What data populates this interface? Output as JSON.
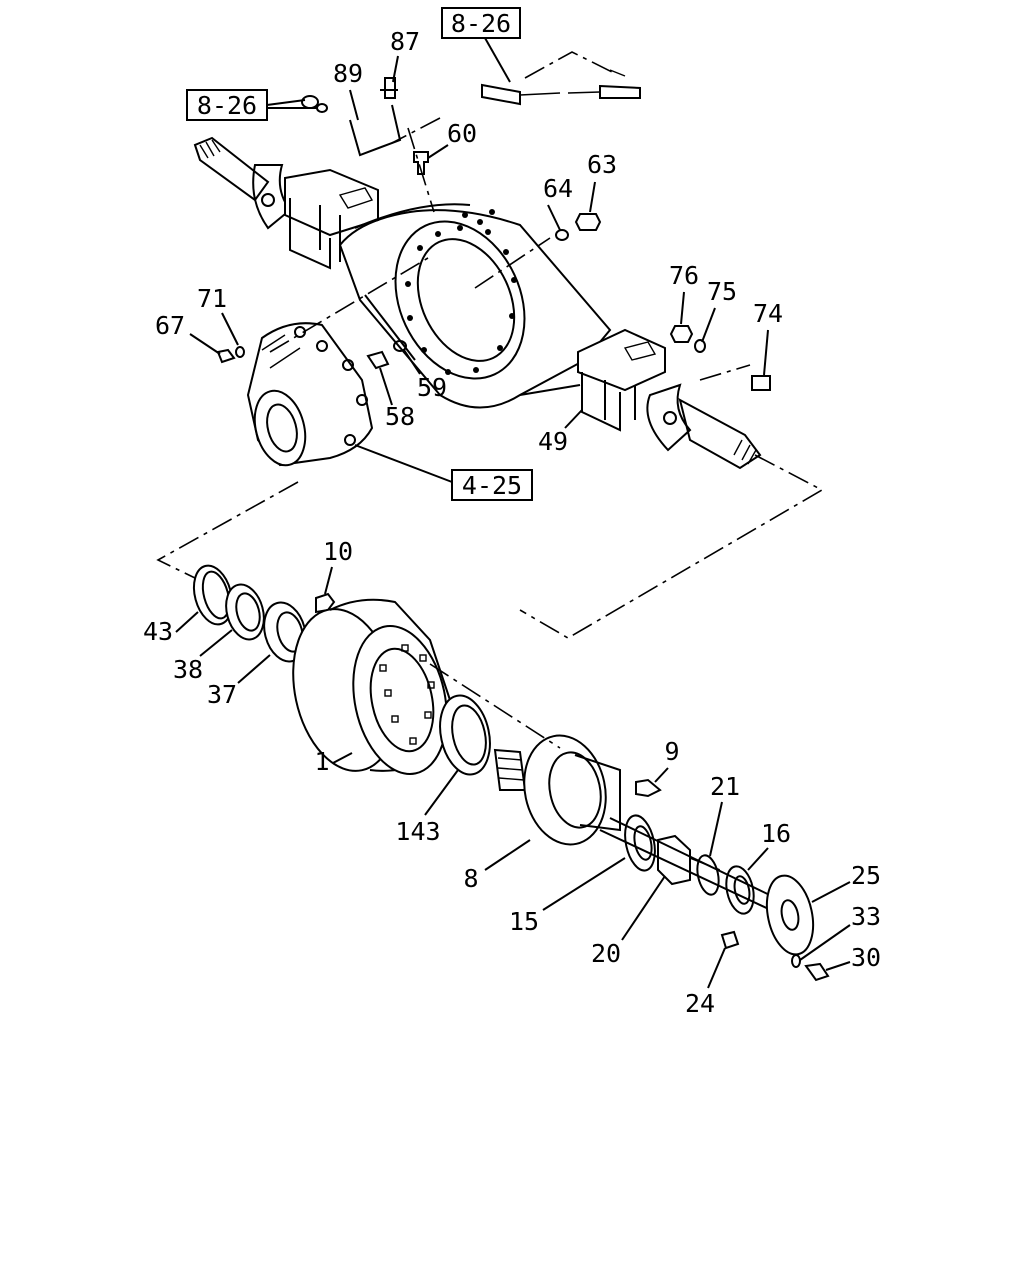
{
  "refs": [
    "8-26",
    "8-26",
    "4-25"
  ],
  "callouts": [
    "87",
    "89",
    "60",
    "63",
    "64",
    "76",
    "75",
    "74",
    "71",
    "67",
    "58",
    "59",
    "49",
    "10",
    "43",
    "38",
    "37",
    "1",
    "143",
    "9",
    "21",
    "16",
    "25",
    "33",
    "30",
    "8",
    "15",
    "20",
    "24"
  ]
}
